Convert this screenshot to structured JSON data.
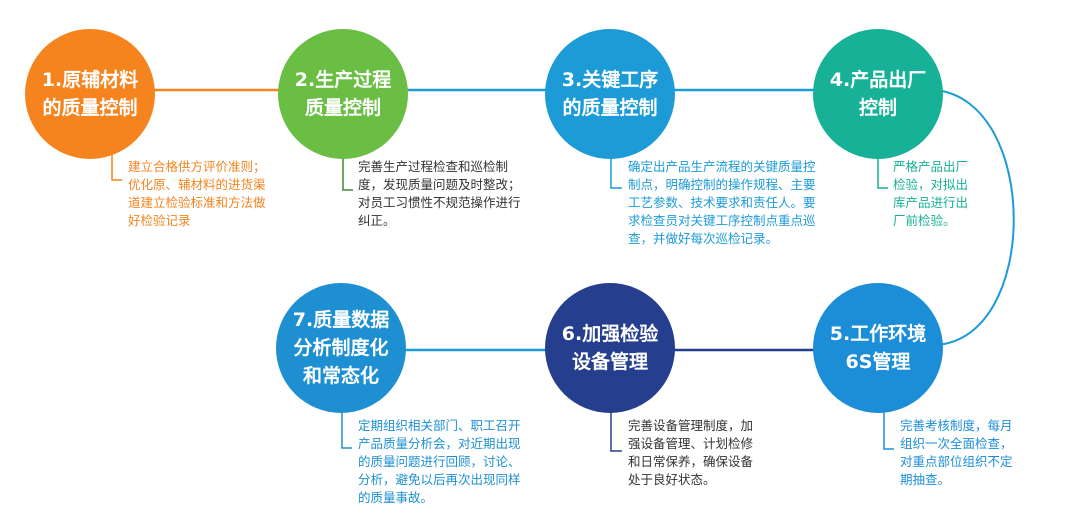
{
  "steps": [
    {
      "title": [
        "1.原辅材料",
        "的质量控制"
      ],
      "color": "#F5841F",
      "desc": [
        "建立合格供方评价准则；",
        "优化原、辅材料的进货渠",
        "道建立检验标准和方法做",
        "好检验记录"
      ]
    },
    {
      "title": [
        "2.生产过程",
        "质量控制"
      ],
      "color": "#6BBE44",
      "desc": [
        "完善生产过程检查和巡检制",
        "度，发现质量问题及时整改；",
        "对员工习惯性不规范操作进行",
        "纠正。"
      ],
      "desc_color": "#333333"
    },
    {
      "title": [
        "3.关键工序",
        "的质量控制"
      ],
      "color": "#1C9BD7",
      "desc": [
        "确定出产品生产流程的关键质量控",
        "制点，明确控制的操作规程、主要",
        "工艺参数、技术要求和责任人。要",
        "求检查员对关键工序控制点重点巡",
        "查，并做好每次巡检记录。"
      ]
    },
    {
      "title": [
        "4.产品出厂",
        "控制"
      ],
      "color": "#17B197",
      "desc": [
        "严格产品出厂",
        "检验，对拟出",
        "库产品进行出",
        "厂前检验。"
      ]
    },
    {
      "title": [
        "5.工作环境",
        "6S管理"
      ],
      "color": "#1C8ED8",
      "desc": [
        "完善考核制度，每月",
        "组织一次全面检查，",
        "对重点部位组织不定",
        "期抽查。"
      ]
    },
    {
      "title": [
        "6.加强检验",
        "设备管理"
      ],
      "color": "#253E8E",
      "desc": [
        "完善设备管理制度，加",
        "强设备管理、计划检修",
        "和日常保养，确保设备",
        "处于良好状态。"
      ],
      "desc_color": "#333333"
    },
    {
      "title": [
        "7.质量数据",
        "分析制度化",
        "和常态化"
      ],
      "color": "#1E90D2",
      "desc": [
        "定期组织相关部门、职工召开",
        "产品质量分析会，对近期出现",
        "的质量问题进行回顾，讨论、",
        "分析，避免以后再次出现同样",
        "的质量事故。"
      ]
    }
  ]
}
